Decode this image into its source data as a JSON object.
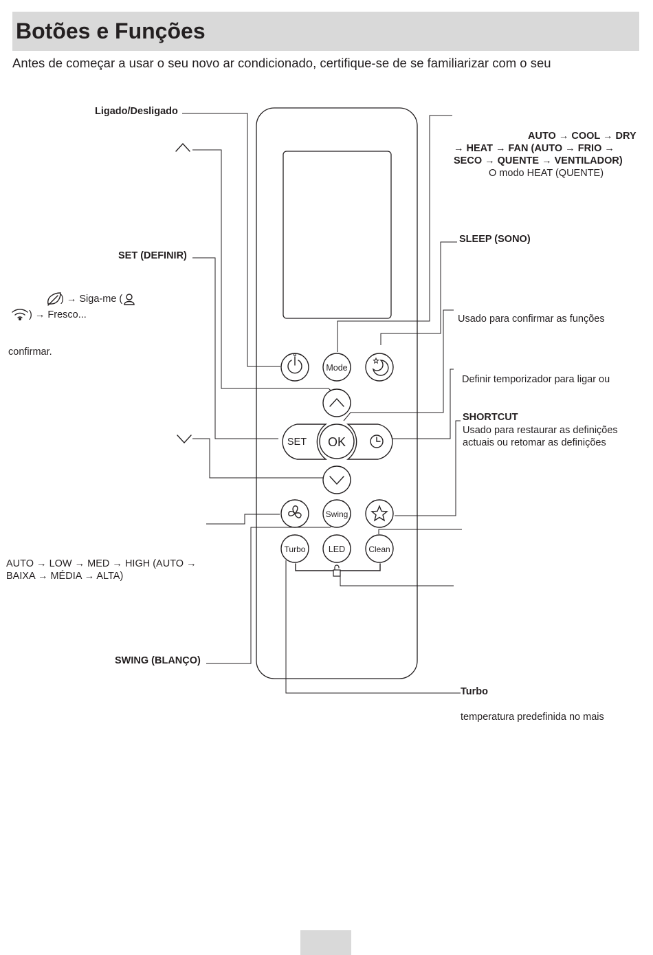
{
  "header": {
    "title": "Botões e Funções"
  },
  "intro": "Antes de começar a usar o seu novo ar condicionado, certifique-se de se familiarizar com o seu",
  "left_labels": {
    "power": "Ligado/Desligado",
    "set": "SET (DEFINIR)",
    "eco_line1_suffix": ") → Siga-me (",
    "eco_line2_suffix": ") → Fresco...",
    "confirm": "confirmar.",
    "fan_line1": "AUTO → LOW → MED → HIGH (AUTO →",
    "fan_line2": "BAIXA → MÉDIA → ALTA)",
    "swing": "SWING (BLANÇO)"
  },
  "right_labels": {
    "mode_line1": "AUTO → COOL → DRY",
    "mode_line2": "→ HEAT → FAN (AUTO → FRIO →",
    "mode_line3": "SECO → QUENTE → VENTILADOR)",
    "mode_line4": "O modo HEAT (QUENTE)",
    "sleep": "SLEEP (SONO)",
    "ok_desc": "Usado para confirmar as funções",
    "timer_desc": "Definir temporizador para ligar ou",
    "shortcut": "SHORTCUT",
    "shortcut_line1": "Usado para restaurar as definições",
    "shortcut_line2": "actuais ou retomar as definições",
    "turbo": "Turbo",
    "turbo_desc": "temperatura predefinida no mais"
  },
  "remote_buttons": {
    "mode": "Mode",
    "set": "SET",
    "ok": "OK",
    "swing": "Swing",
    "turbo": "Turbo",
    "led": "LED",
    "clean": "Clean"
  },
  "icons": [
    "power-icon",
    "moon-star-icon",
    "up-arrow-icon",
    "down-arrow-icon",
    "clock-icon",
    "fan-icon",
    "star-icon",
    "lock-icon",
    "leaf-icon",
    "person-icon",
    "wifi-icon"
  ]
}
